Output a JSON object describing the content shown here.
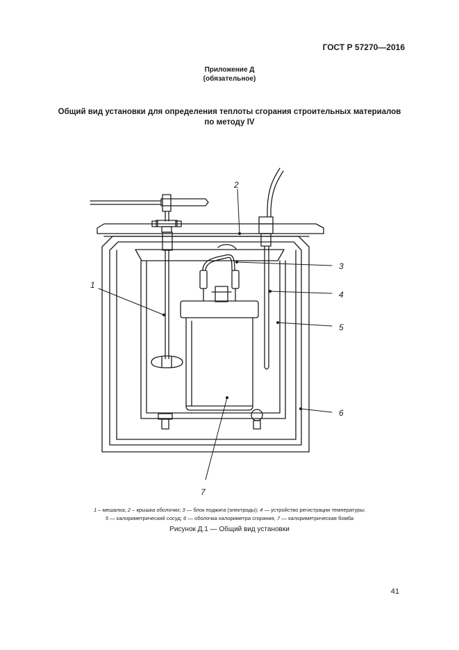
{
  "header": {
    "doc_code": "ГОСТ Р 57270—2016"
  },
  "appendix": {
    "label": "Приложение Д",
    "status": "(обязательное)"
  },
  "title": {
    "line1": "Общий вид установки для определения теплоты сгорания строительных материалов",
    "line2": "по методу IV"
  },
  "figure": {
    "callouts": [
      "1",
      "2",
      "3",
      "4",
      "5",
      "6",
      "7"
    ]
  },
  "legend": {
    "items": [
      {
        "num": "1",
        "sep": " – ",
        "text": "мешалка; "
      },
      {
        "num": "2",
        "sep": " – ",
        "text": "крышка оболочки; "
      },
      {
        "num": "3",
        "sep": " — ",
        "text": "блок поджига (электроды); "
      },
      {
        "num": "4",
        "sep": " — ",
        "text": "устройство регистрации температуры;"
      },
      {
        "num": "5",
        "sep": " — ",
        "text": "калориметрический сосуд; "
      },
      {
        "num": "6",
        "sep": " — ",
        "text": "оболочка калориметра сгорания, "
      },
      {
        "num": "7",
        "sep": " — ",
        "text": "калориметрическая бомба"
      }
    ]
  },
  "caption": "Рисунок Д.1 — Общий вид установки",
  "page_number": "41"
}
